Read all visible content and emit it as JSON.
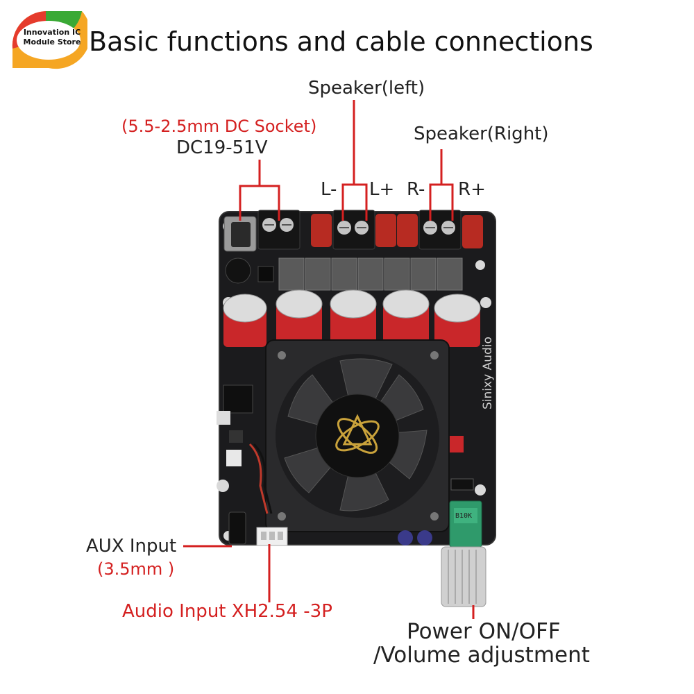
{
  "logo": {
    "line1": "Innovation IC",
    "line2": "Module Store",
    "colors": [
      "#e53b2c",
      "#f5a623",
      "#3aa935"
    ]
  },
  "title": "Basic functions and cable connections",
  "labels": {
    "dc_socket": "(5.5-2.5mm DC Socket)",
    "dc_voltage": "DC19-51V",
    "speaker_left": "Speaker(left)",
    "l_minus": "L-",
    "l_plus": "L+",
    "speaker_right": "Speaker(Right)",
    "r_minus": "R-",
    "r_plus": "R+",
    "aux_input": "AUX Input",
    "aux_size": "(3.5mm )",
    "audio_input": "Audio Input XH2.54 -3P",
    "power_line1": "Power ON/OFF",
    "power_line2": "/Volume adjustment"
  },
  "board": {
    "brand": "Sinixy Audio",
    "pot_marking": "B10K"
  },
  "colors": {
    "accent_red": "#d42020",
    "board": "#1b1b1d",
    "capacitor": "#c9272a",
    "heatsink": "#2a2a2c"
  }
}
